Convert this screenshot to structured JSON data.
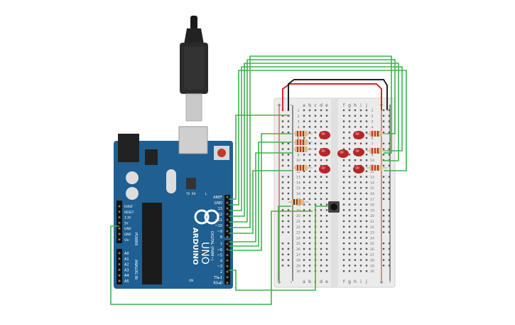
{
  "arduino": {
    "brand": "ARDUINO",
    "model": "UNO",
    "digital_label": "DIGITAL (PWM~)",
    "power_label": "POWER",
    "analog_label": "ANALOG IN",
    "top_pins": [
      "AREF",
      "GND",
      "13",
      "12",
      "~11",
      "~10",
      "~9",
      "8"
    ],
    "bottom_pins": [
      "7",
      "~6",
      "~5",
      "4",
      "~3",
      "2",
      "TX▸1",
      "RX◂0"
    ],
    "power_pins": [
      "IOREF",
      "RESET",
      "3.3V",
      "5V",
      "GND",
      "GND",
      "Vin"
    ],
    "analog_pins": [
      "A0",
      "A1",
      "A2",
      "A3",
      "A4",
      "A5"
    ],
    "led_labels": [
      "TX",
      "RX"
    ],
    "l_label": "L",
    "on_label": "ON"
  },
  "breadboard": {
    "columns_left": [
      "a",
      "b",
      "c",
      "d",
      "e"
    ],
    "columns_right": [
      "f",
      "g",
      "h",
      "i",
      "j"
    ],
    "rows": [
      "1",
      "2",
      "3",
      "4",
      "5",
      "6",
      "7",
      "8",
      "9",
      "10",
      "11",
      "12",
      "13",
      "14",
      "15",
      "16",
      "17",
      "18",
      "19",
      "20",
      "21",
      "22",
      "23",
      "24",
      "25",
      "26",
      "27",
      "28",
      "29",
      "30"
    ],
    "rail_plus": "+",
    "rail_minus": "-"
  },
  "colors": {
    "board_blue": "#1f5f91",
    "wire_green": "#3ab54a",
    "wire_red": "#d9242b",
    "wire_black": "#222222",
    "led_red": "#b5262b",
    "breadboard": "#ebebeb"
  }
}
